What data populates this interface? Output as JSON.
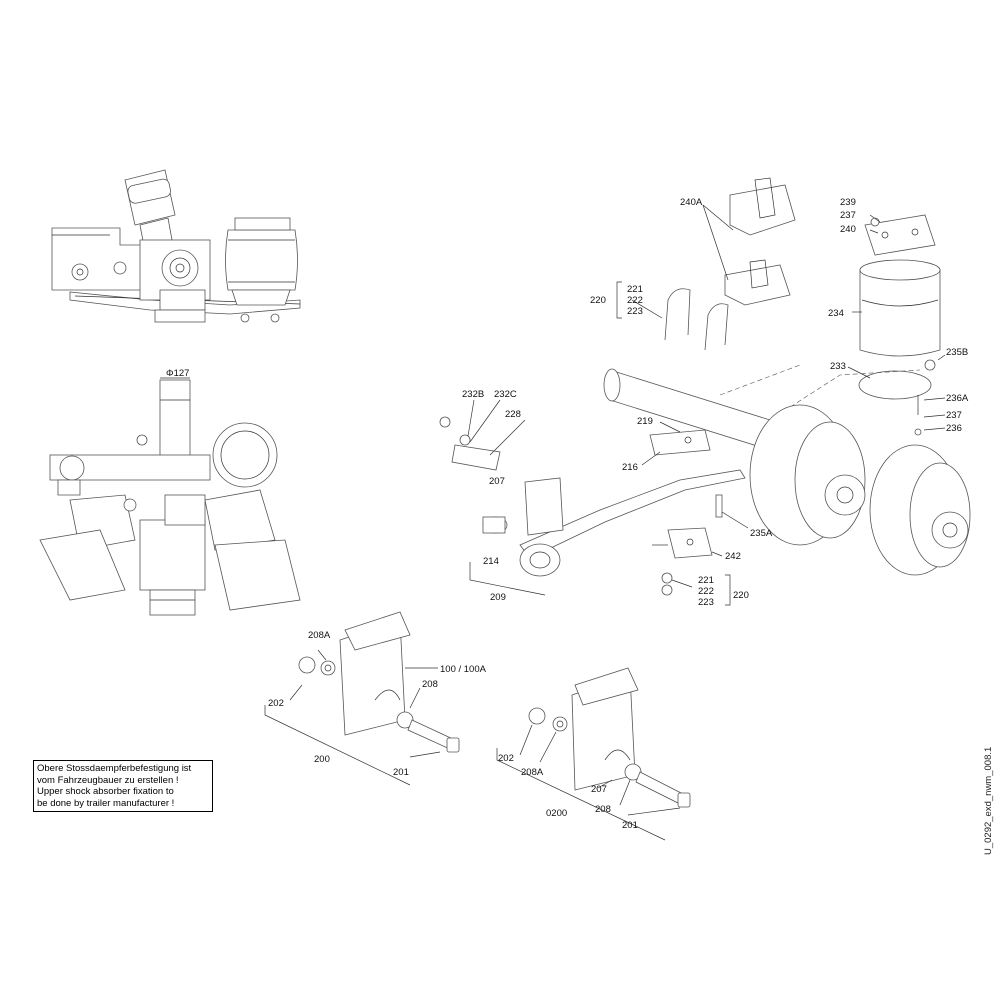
{
  "labels": {
    "l240A": "240A",
    "l239": "239",
    "l237a": "237",
    "l240": "240",
    "l221a": "221",
    "l222a": "222",
    "l223a": "223",
    "l220a": "220",
    "l234": "234",
    "l235B": "235B",
    "l233": "233",
    "l236A": "236A",
    "l237b": "237",
    "l236": "236",
    "l232B": "232B",
    "l232C": "232C",
    "l228": "228",
    "l219": "219",
    "l216": "216",
    "l207a": "207",
    "l235A": "235A",
    "l214": "214",
    "l209": "209",
    "l242": "242",
    "l221b": "221",
    "l222b": "222",
    "l223b": "223",
    "l220b": "220",
    "l208Aa": "208A",
    "l100": "100 / 100A",
    "l202a": "202",
    "l208a": "208",
    "l200": "200",
    "l201a": "201",
    "l202b": "202",
    "l208Ab": "208A",
    "l207b": "207",
    "l208b": "208",
    "l0200": "0200",
    "l201b": "201",
    "dim127": "Φ127"
  },
  "note": {
    "line1": "Obere Stossdaempferbefestigung ist",
    "line2": "vom Fahrzeugbauer zu erstellen !",
    "line3": "Upper shock absorber fixation to",
    "line4": "be done by trailer manufacturer !"
  },
  "drawing_id": "U_0292_exd_nwm_008.1"
}
